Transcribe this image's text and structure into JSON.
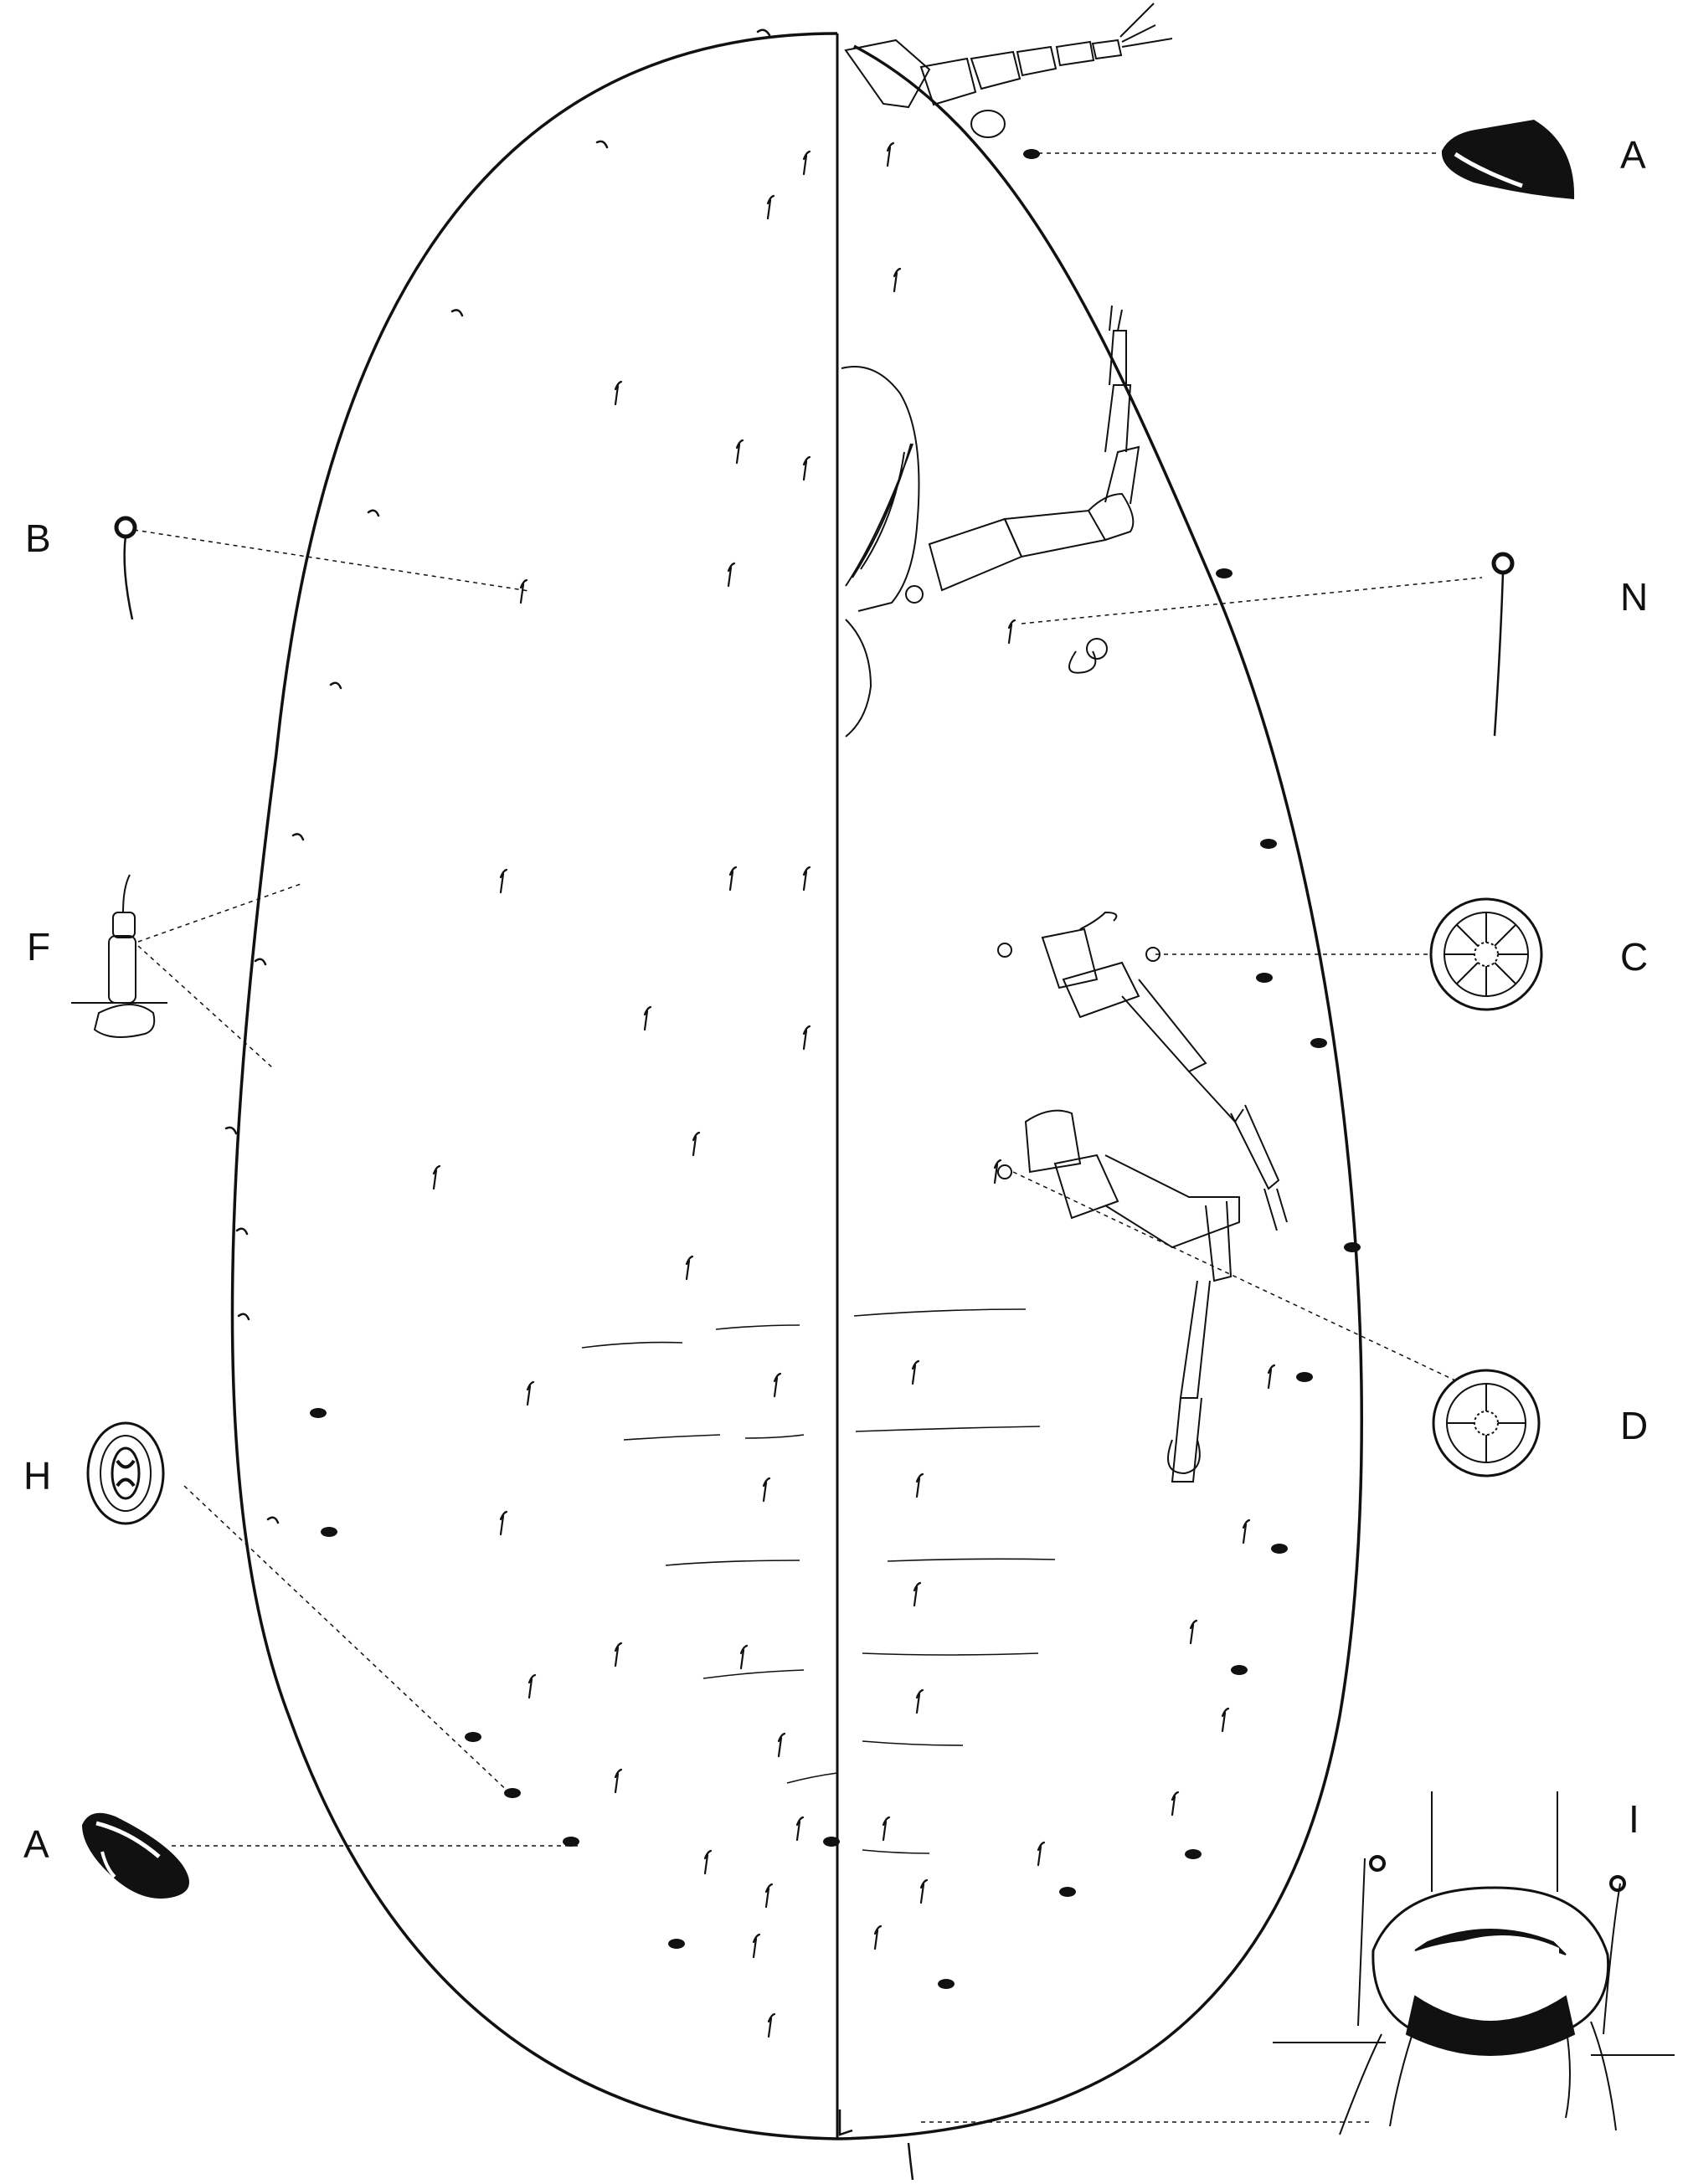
{
  "figure": {
    "labels": {
      "a_top": "A",
      "a_bottom": "A",
      "b": "B",
      "c": "C",
      "d": "D",
      "f": "F",
      "h": "H",
      "i": "I",
      "n": "N"
    }
  }
}
